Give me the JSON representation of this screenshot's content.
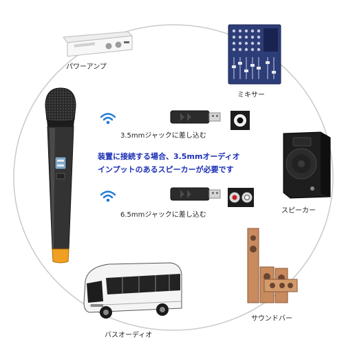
{
  "devices": {
    "power_amp": "パワーアンプ",
    "mixer": "ミキサー",
    "speaker": "スピーカー",
    "soundbar": "サウンドバー",
    "bus_audio": "バスオーディオ"
  },
  "receivers": {
    "jack_35": "3.5mmジャックに差し込む",
    "jack_65": "6.5mmジャックに差し込む"
  },
  "note": {
    "line1": "装置に接続する場合、3.5mmオーディオ",
    "line2": "インプットのあるスピーカーが必要です"
  },
  "colors": {
    "note_text": "#1a2fb5",
    "wifi_icon": "#1f7ad6",
    "mic_accent": "#f0a020"
  },
  "icons": [
    "wifi-icon",
    "wifi-icon",
    "microphone-icon",
    "power-amplifier-icon",
    "audio-mixer-icon",
    "speaker-icon",
    "soundbar-icon",
    "bus-icon",
    "usb-receiver-icon",
    "audio-jack-icon"
  ]
}
